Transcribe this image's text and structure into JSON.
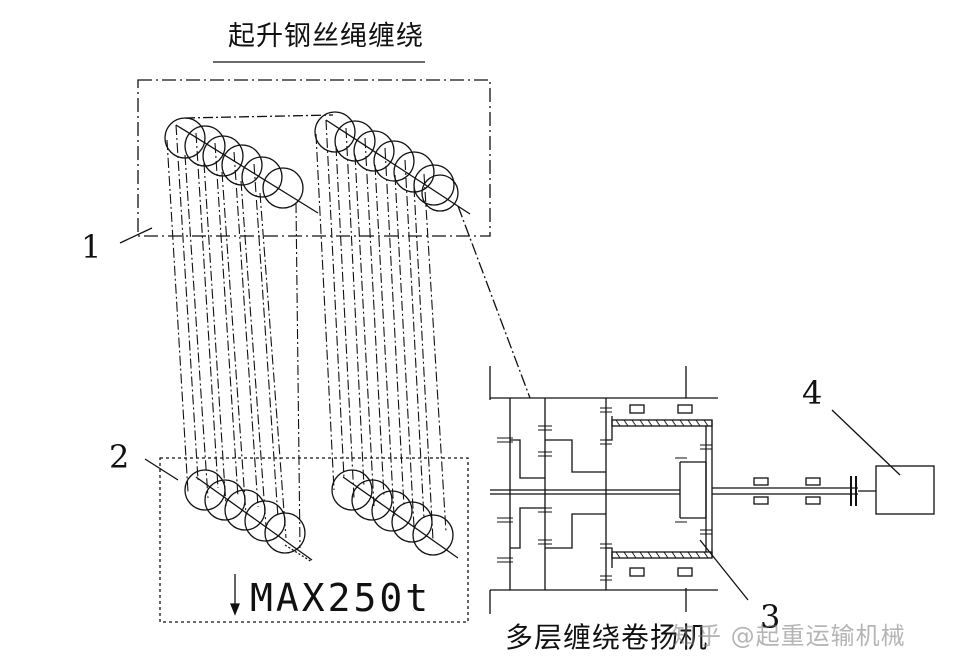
{
  "title": "起升钢丝绳缠绕",
  "labels": {
    "one": "1",
    "two": "2",
    "three": "3",
    "four": "4"
  },
  "load": "MAX250t",
  "winch_caption": "多层缠绕卷扬机",
  "watermark": "知乎 @起重运输机械",
  "colors": {
    "line": "#111111",
    "background": "#ffffff"
  }
}
